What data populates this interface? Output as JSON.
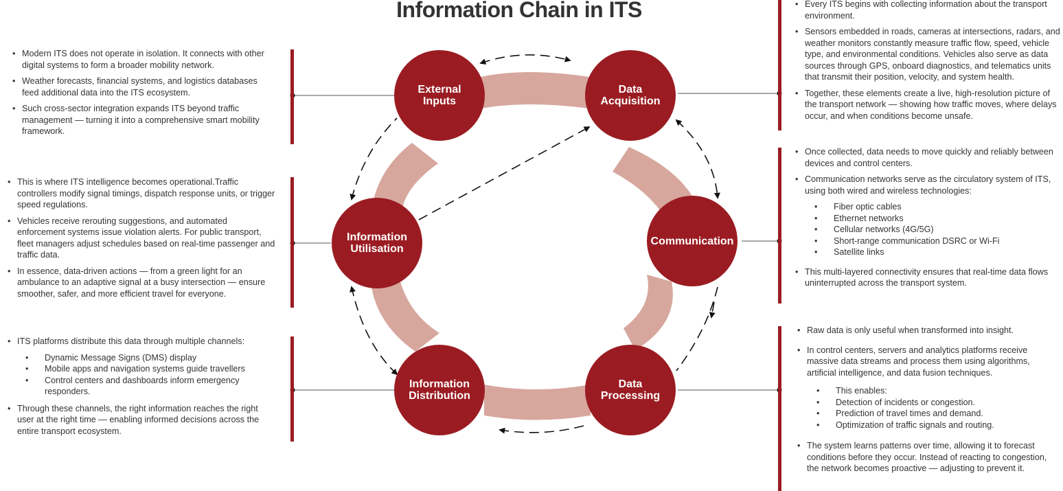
{
  "title": "Information Chain in ITS",
  "colors": {
    "node": "#9a1c22",
    "ring": "#d7a79e",
    "bar": "#9a1c22",
    "text": "#333333"
  },
  "nodes": {
    "external_inputs": {
      "line1": "External",
      "line2": "Inputs"
    },
    "data_acquisition": {
      "line1": "Data",
      "line2": "Acquisition"
    },
    "communication": {
      "line1": "Communication"
    },
    "data_processing": {
      "line1": "Data",
      "line2": "Processing"
    },
    "information_distribution": {
      "line1": "Information",
      "line2": "Distribution"
    },
    "information_utilisation": {
      "line1": "Information",
      "line2": "Utilisation"
    }
  },
  "panels": {
    "external_inputs": {
      "bullets": [
        "Modern ITS does not operate in isolation. It connects with other digital systems to form a broader mobility network.",
        "Weather forecasts, financial systems, and logistics databases feed additional data into the ITS ecosystem.",
        "Such cross-sector integration expands ITS beyond traffic management — turning it into a comprehensive smart mobility framework."
      ]
    },
    "information_utilisation": {
      "bullets": [
        "This is where ITS intelligence becomes operational.Traffic controllers modify signal timings, dispatch response units, or trigger speed regulations.",
        "Vehicles receive rerouting suggestions, and automated enforcement systems issue violation alerts. For public transport, fleet managers adjust schedules based on real-time passenger and traffic data.",
        "In essence, data-driven actions — from a green light for an ambulance to an adaptive signal at a busy intersection — ensure smoother, safer, and more efficient travel for everyone."
      ]
    },
    "information_distribution": {
      "intro": "ITS platforms distribute this data through multiple channels:",
      "sub_items": [
        "Dynamic Message Signs (DMS) display",
        "Mobile apps and navigation systems guide travellers",
        "Control centers and dashboards inform emergency responders."
      ],
      "closing": "Through these channels, the right information reaches the right user at the right time — enabling informed decisions across the entire transport ecosystem."
    },
    "data_acquisition": {
      "bullets": [
        "Every ITS begins with collecting information about the transport environment.",
        "Sensors embedded in roads, cameras at intersections, radars, and weather monitors constantly measure traffic flow, speed, vehicle type, and environmental conditions. Vehicles also serve as data sources through GPS, onboard diagnostics, and telematics units that transmit their position, velocity, and system health.",
        "Together, these elements create a live, high-resolution picture of the transport network — showing how traffic moves, where delays occur, and when conditions become unsafe."
      ]
    },
    "communication": {
      "intro1": "Once collected, data needs to move quickly and reliably between devices and control centers.",
      "intro2": "Communication networks serve as the circulatory system of ITS, using both wired and wireless technologies:",
      "sub_items": [
        "Fiber optic cables",
        "Ethernet networks",
        "Cellular networks (4G/5G)",
        "Short-range communication  DSRC or Wi-Fi",
        "Satellite links"
      ],
      "closing": "This multi-layered connectivity ensures that real-time data flows uninterrupted across the transport system."
    },
    "data_processing": {
      "intro1": "Raw data is only useful when transformed into insight.",
      "intro2": "In control centers, servers and analytics platforms receive massive data streams and process them using algorithms, artificial intelligence, and data fusion techniques.",
      "sub_items": [
        "This enables:",
        "Detection of incidents or congestion.",
        "Prediction of travel times and demand.",
        "Optimization of traffic signals and routing."
      ],
      "closing": "The system learns patterns over time, allowing it to forecast conditions before they occur. Instead of reacting to congestion, the network becomes proactive — adjusting to prevent it."
    }
  }
}
